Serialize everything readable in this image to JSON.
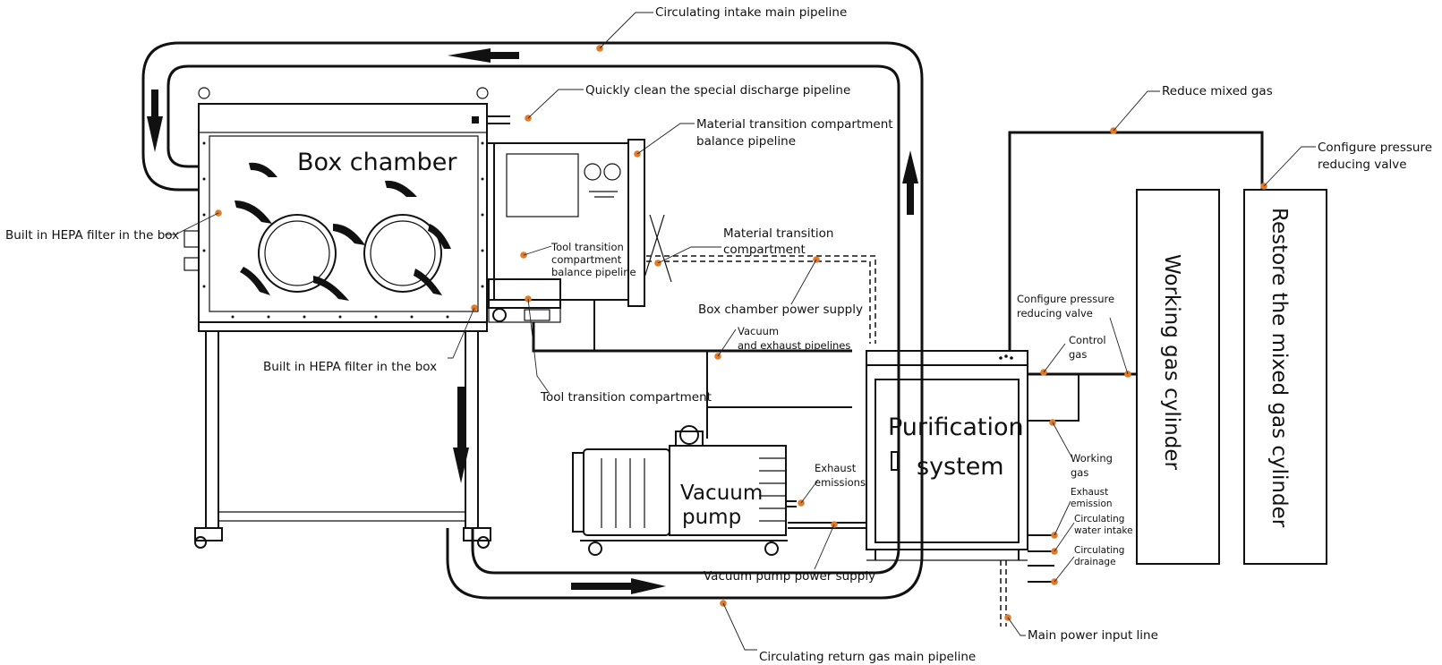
{
  "labels": {
    "circulating_intake_main_pipeline": "Circulating intake main pipeline",
    "quickly_clean_discharge_pipeline": "Quickly clean the special discharge pipeline",
    "material_transition_balance_1": "Material transition compartment",
    "material_transition_balance_2": "balance pipeline",
    "box_chamber": "Box chamber",
    "hepa_filter_left": "Built in HEPA filter in the box",
    "hepa_filter_bottom": "Built in HEPA filter in the box",
    "tool_transition_balance_1": "Tool transition",
    "tool_transition_balance_2": "compartment",
    "tool_transition_balance_3": "balance pipeline",
    "material_transition_compartment_1": "Material transition",
    "material_transition_compartment_2": "compartment",
    "box_chamber_power_supply": "Box chamber power supply",
    "vacuum_exhaust_1": "Vacuum",
    "vacuum_exhaust_2": "and exhaust pipelines",
    "tool_transition_compartment": "Tool transition compartment",
    "vacuum_pump_1": "Vacuum",
    "vacuum_pump_2": "pump",
    "exhaust_emissions_1": "Exhaust",
    "exhaust_emissions_2": "emissions",
    "vacuum_pump_power_supply": "Vacuum pump power supply",
    "purification_1": "Purification",
    "purification_2": "system",
    "circulating_return_main_pipeline": "Circulating return gas main pipeline",
    "reduce_mixed_gas": "Reduce mixed gas",
    "configure_valve_top_1": "Configure pressure",
    "configure_valve_top_2": "reducing valve",
    "configure_valve_mid_1": "Configure pressure",
    "configure_valve_mid_2": "reducing valve",
    "control_gas_1": "Control",
    "control_gas_2": "gas",
    "working_gas_1": "Working",
    "working_gas_2": "gas",
    "exhaust_emission_1": "Exhaust",
    "exhaust_emission_2": "emission",
    "circ_water_intake_1": "Circulating",
    "circ_water_intake_2": "water intake",
    "circ_drainage_1": "Circulating",
    "circ_drainage_2": "drainage",
    "main_power_input": "Main power input line",
    "working_gas_cylinder": "Working gas cylinder",
    "restore_mixed_gas_cylinder": "Restore the mixed gas cylinder"
  },
  "colors": {
    "line": "#111111",
    "callout_dot": "#e07b2a",
    "background": "#ffffff"
  }
}
